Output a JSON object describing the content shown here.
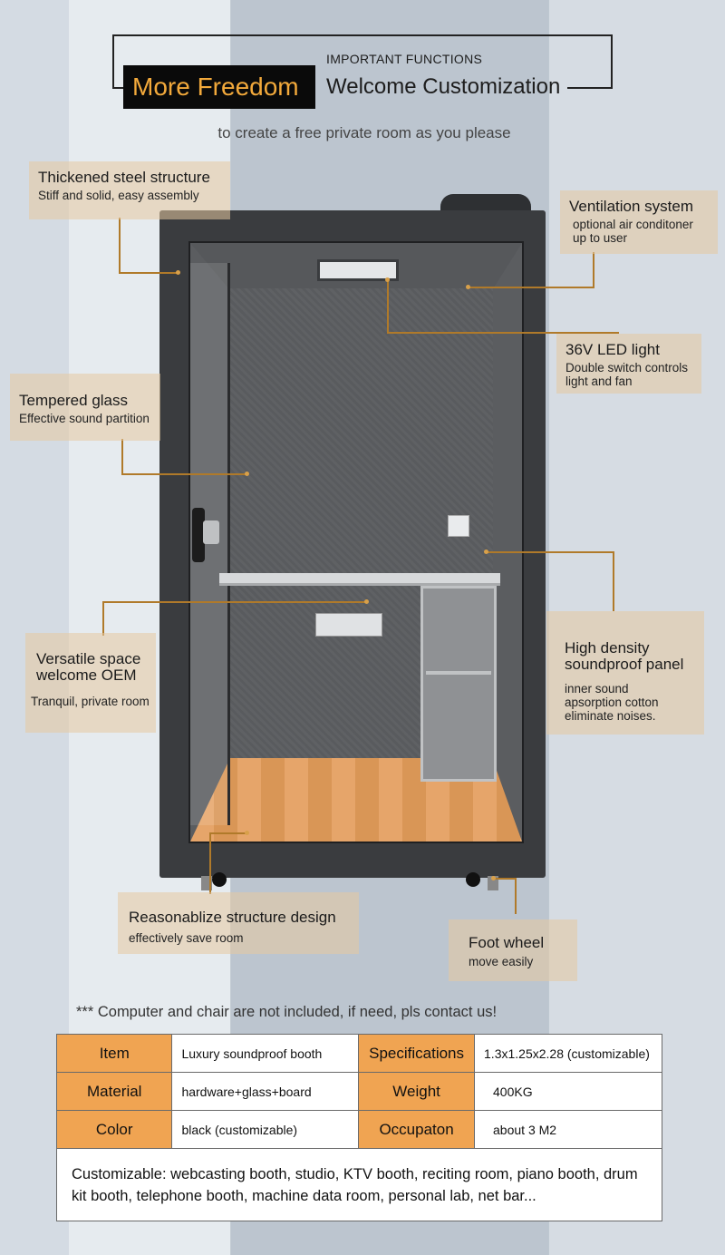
{
  "header": {
    "highlight": "More Freedom",
    "overline": "IMPORTANT FUNCTIONS",
    "title": "Welcome Customization",
    "subtitle": "to create a free private room as you please"
  },
  "callouts": [
    {
      "id": "steel",
      "title": "Thickened steel structure",
      "desc": "Stiff and solid, easy assembly"
    },
    {
      "id": "vent",
      "title": "Ventilation system",
      "desc": "optional air conditoner up to user"
    },
    {
      "id": "led",
      "title": "36V LED light",
      "desc": "Double switch controls light and fan"
    },
    {
      "id": "glass",
      "title": "Tempered glass",
      "desc": "Effective sound partition"
    },
    {
      "id": "oem",
      "title": "Versatile space welcome OEM",
      "desc": "Tranquil, private room"
    },
    {
      "id": "panel",
      "title": "High density soundproof panel",
      "desc": "inner sound apsorption cotton eliminate noises."
    },
    {
      "id": "structure",
      "title": "Reasonablize structure design",
      "desc": "effectively save room"
    },
    {
      "id": "wheel",
      "title": "Foot wheel",
      "desc": "move easily"
    }
  ],
  "note": "*** Computer and chair are not included, if need, pls contact us!",
  "specs": {
    "rows": [
      [
        {
          "k": "Item",
          "v": "Luxury soundproof booth"
        },
        {
          "k": "Specifications",
          "v": "1.3x1.25x2.28 (customizable)"
        }
      ],
      [
        {
          "k": "Material",
          "v": "hardware+glass+board"
        },
        {
          "k": "Weight",
          "v": "400KG"
        }
      ],
      [
        {
          "k": "Color",
          "v": "black (customizable)"
        },
        {
          "k": "Occupaton",
          "v": "about 3 M2"
        }
      ]
    ],
    "footer": "Customizable:  webcasting booth, studio, KTV booth, reciting room, piano booth, drum kit booth, telephone booth, machine data room, personal lab, net bar..."
  },
  "colors": {
    "accent_gold": "#f2a93b",
    "callout_bg": "#e6c8a0",
    "table_key": "#f0a452"
  }
}
